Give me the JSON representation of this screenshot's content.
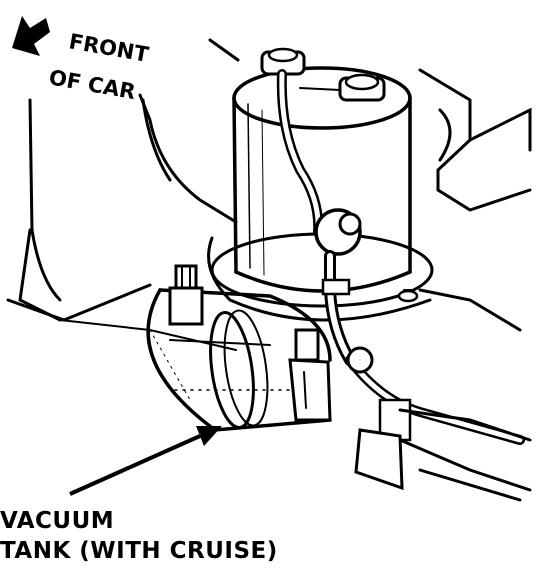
{
  "orientation": {
    "line1": "FRONT",
    "line2": "OF CAR",
    "arrow_icon": "front-direction-arrow-icon"
  },
  "callout": {
    "line1": "VACUUM",
    "line2": "TANK (WITH CRUISE)",
    "arrow_icon": "pointer-arrow-icon"
  },
  "colors": {
    "ink": "#000000",
    "paper": "#ffffff"
  }
}
